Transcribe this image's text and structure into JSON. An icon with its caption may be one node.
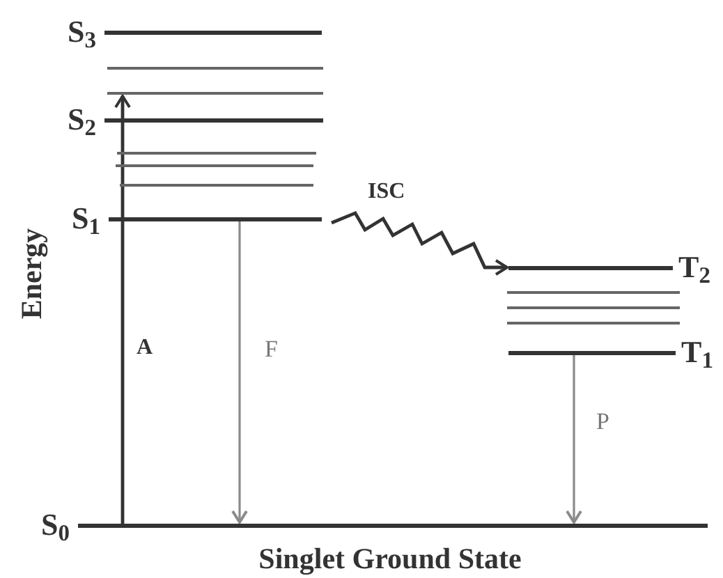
{
  "diagram": {
    "nodes": [
      {
        "text": [
          "S$_{3}$"
        ]
      },
      {
        "text": [],
        "shape": "bar"
      },
      {
        "text": [],
        "shape": "bar"
      },
      {
        "text": [
          "S$_{2}$"
        ]
      },
      {
        "text": [],
        "shape": "bar"
      },
      {
        "text": [],
        "shape": "bar"
      },
      {
        "text": [],
        "shape": "bar"
      },
      {
        "text": [
          "S$_{1}$"
        ]
      },
      {
        "text": [
          "T$_{2}$"
        ]
      },
      {
        "text": [],
        "shape": "bar"
      },
      {
        "text": [],
        "shape": "bar"
      },
      {
        "text": [],
        "shape": "bar"
      },
      {
        "text": [
          "T$_{1}$"
        ]
      },
      {
        "text": [
          "S$_{0}$"
        ],
        "beside": [
          "Singlet Ground State"
        ]
      }
    ],
    "edges": [
      {
        "from": 13,
        "to": 2,
        "arrow": "to",
        "label": "A"
      },
      {
        "from": 7,
        "to": 13,
        "arrow": "to",
        "label": "F",
        "color": "#8a8a8a"
      },
      {
        "from": 7,
        "to": 8,
        "arrow": "to",
        "label": "ISC"
      },
      {
        "from": 12,
        "to": 13,
        "arrow": "to",
        "label": "P",
        "color": "#8a8a8a"
      }
    ],
    "labels": [
      "Energy"
    ]
  }
}
